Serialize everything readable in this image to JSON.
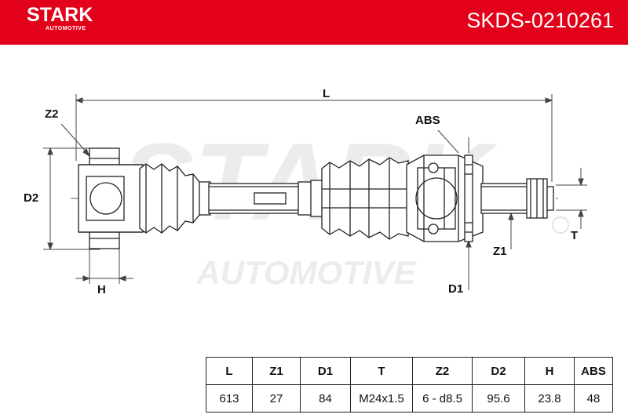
{
  "header": {
    "brand": "STARK",
    "brand_sub": "AUTOMOTIVE",
    "part_number": "SKDS-0210261",
    "color": "#e2001a"
  },
  "watermark": {
    "brand": "STARK",
    "sub": "AUTOMOTIVE"
  },
  "dimensions": {
    "L": "L",
    "Z2": "Z2",
    "D2": "D2",
    "H": "H",
    "ABS": "ABS",
    "T": "T",
    "Z1": "Z1",
    "D1": "D1"
  },
  "spec_table": {
    "headers": [
      "L",
      "Z1",
      "D1",
      "T",
      "Z2",
      "D2",
      "H",
      "ABS"
    ],
    "values": [
      "613",
      "27",
      "84",
      "M24x1.5",
      "6 - d8.5",
      "95.6",
      "23.8",
      "48"
    ]
  }
}
